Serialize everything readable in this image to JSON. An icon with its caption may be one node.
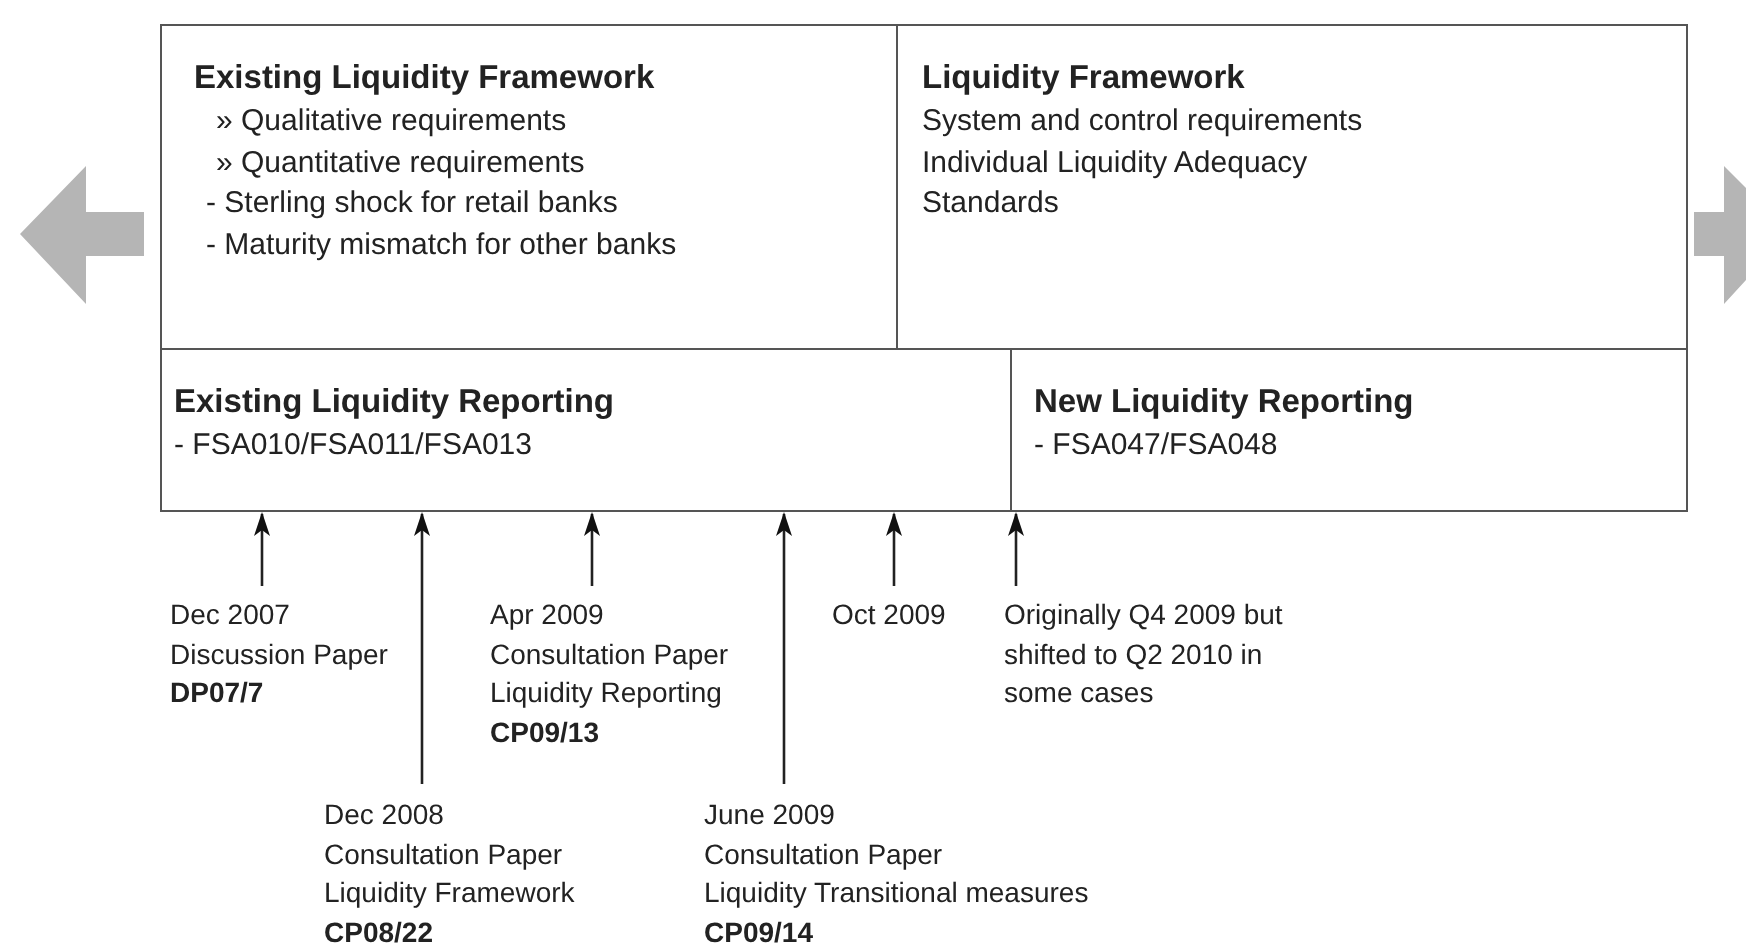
{
  "diagram": {
    "nodes": [
      {
        "text": [
          "Existing Liquidity Framework",
          "» Qualitative requirements",
          "» Quantitative requirements",
          "- Sterling shock for retail banks",
          "- Maturity mismatch for other banks"
        ]
      },
      {
        "text": [
          "Liquidity Framework",
          "System and control requirements",
          "Individual Liquidity Adequacy Standards"
        ]
      },
      {
        "text": [
          "Existing Liquidity Reporting",
          "- FSA010/FSA011/FSA013"
        ]
      },
      {
        "text": [
          "New Liquidity Reporting",
          "- FSA047/FSA048"
        ]
      },
      {
        "text": [
          "Dec 2007",
          "Discussion Paper",
          "DP07/7"
        ]
      },
      {
        "text": [
          "Dec 2008",
          "Consultation Paper",
          "Liquidity Framework",
          "CP08/22"
        ]
      },
      {
        "text": [
          "Apr 2009",
          "Consultation Paper",
          "Liquidity Reporting",
          "CP09/13"
        ]
      },
      {
        "text": [
          "June 2009",
          "Consultation Paper",
          "Liquidity Transitional measures",
          "CP09/14"
        ]
      },
      {
        "text": [
          "Oct 2009"
        ]
      },
      {
        "text": [
          "Originally Q4 2009 but shifted to Q2 2010 in some cases"
        ]
      }
    ],
    "edges": [
      {
        "from": 4,
        "to": 2,
        "arrow": "to"
      },
      {
        "from": 5,
        "to": 2,
        "arrow": "to"
      },
      {
        "from": 6,
        "to": 2,
        "arrow": "to"
      },
      {
        "from": 7,
        "to": 2,
        "arrow": "to"
      },
      {
        "from": 8,
        "to": 2,
        "arrow": "to"
      },
      {
        "from": 9,
        "to": 3,
        "arrow": "to"
      }
    ]
  }
}
